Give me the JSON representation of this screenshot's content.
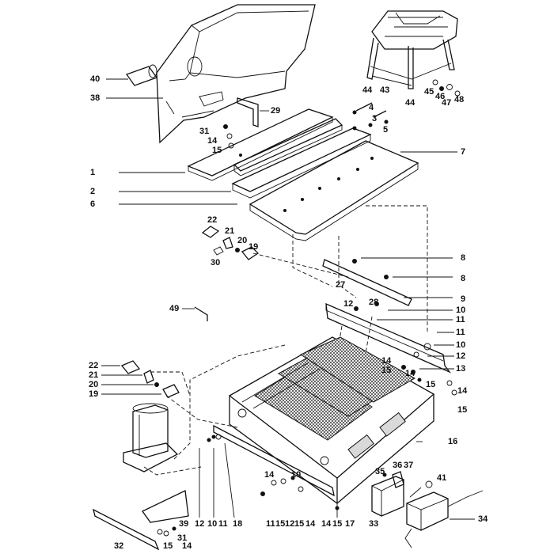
{
  "diagram": {
    "colors": {
      "ink": "#111111",
      "paper": "#ffffff",
      "shade": "#d9d9d9"
    },
    "labels": [
      {
        "key": "l40",
        "text": "40"
      },
      {
        "key": "l38",
        "text": "38"
      },
      {
        "key": "l29",
        "text": "29"
      },
      {
        "key": "l31a",
        "text": "31"
      },
      {
        "key": "l14a",
        "text": "14"
      },
      {
        "key": "l15a",
        "text": "15"
      },
      {
        "key": "l1",
        "text": "1"
      },
      {
        "key": "l2",
        "text": "2"
      },
      {
        "key": "l6",
        "text": "6"
      },
      {
        "key": "l7",
        "text": "7"
      },
      {
        "key": "l4",
        "text": "4"
      },
      {
        "key": "l3",
        "text": "3"
      },
      {
        "key": "l5",
        "text": "5"
      },
      {
        "key": "l44a",
        "text": "44"
      },
      {
        "key": "l43",
        "text": "43"
      },
      {
        "key": "l44b",
        "text": "44"
      },
      {
        "key": "l45",
        "text": "45"
      },
      {
        "key": "l46",
        "text": "46"
      },
      {
        "key": "l47",
        "text": "47"
      },
      {
        "key": "l48",
        "text": "48"
      },
      {
        "key": "l22a",
        "text": "22"
      },
      {
        "key": "l21a",
        "text": "21"
      },
      {
        "key": "l20a",
        "text": "20"
      },
      {
        "key": "l19a",
        "text": "19"
      },
      {
        "key": "l30",
        "text": "30"
      },
      {
        "key": "l8a",
        "text": "8"
      },
      {
        "key": "l8b",
        "text": "8"
      },
      {
        "key": "l27",
        "text": "27"
      },
      {
        "key": "l28",
        "text": "28"
      },
      {
        "key": "l9",
        "text": "9"
      },
      {
        "key": "l10a",
        "text": "10"
      },
      {
        "key": "l12a",
        "text": "12"
      },
      {
        "key": "l11a",
        "text": "11"
      },
      {
        "key": "l49",
        "text": "49"
      },
      {
        "key": "l11b",
        "text": "11"
      },
      {
        "key": "l10b",
        "text": "10"
      },
      {
        "key": "l12b",
        "text": "12"
      },
      {
        "key": "l13",
        "text": "13"
      },
      {
        "key": "l14b",
        "text": "14"
      },
      {
        "key": "l15b",
        "text": "15"
      },
      {
        "key": "l14c",
        "text": "14"
      },
      {
        "key": "l15c",
        "text": "15"
      },
      {
        "key": "l14d",
        "text": "14"
      },
      {
        "key": "l15d",
        "text": "15"
      },
      {
        "key": "l22b",
        "text": "22"
      },
      {
        "key": "l21b",
        "text": "21"
      },
      {
        "key": "l20b",
        "text": "20"
      },
      {
        "key": "l19b",
        "text": "19"
      },
      {
        "key": "l16",
        "text": "16"
      },
      {
        "key": "l35",
        "text": "35"
      },
      {
        "key": "l36",
        "text": "36"
      },
      {
        "key": "l37",
        "text": "37"
      },
      {
        "key": "l41",
        "text": "41"
      },
      {
        "key": "l14e",
        "text": "14"
      },
      {
        "key": "l10c",
        "text": "10"
      },
      {
        "key": "l12c",
        "text": "12"
      },
      {
        "key": "l10d",
        "text": "10"
      },
      {
        "key": "l11c",
        "text": "11"
      },
      {
        "key": "l18",
        "text": "18"
      },
      {
        "key": "l11d",
        "text": "11"
      },
      {
        "key": "l15e",
        "text": "15"
      },
      {
        "key": "l12d",
        "text": "12"
      },
      {
        "key": "l15f",
        "text": "15"
      },
      {
        "key": "l14f",
        "text": "14"
      },
      {
        "key": "l14g",
        "text": "14"
      },
      {
        "key": "l15g",
        "text": "15"
      },
      {
        "key": "l17",
        "text": "17"
      },
      {
        "key": "l33",
        "text": "33"
      },
      {
        "key": "l34",
        "text": "34"
      },
      {
        "key": "l39",
        "text": "39"
      },
      {
        "key": "l31b",
        "text": "31"
      },
      {
        "key": "l32",
        "text": "32"
      },
      {
        "key": "l15h",
        "text": "15"
      },
      {
        "key": "l14h",
        "text": "14"
      }
    ]
  }
}
